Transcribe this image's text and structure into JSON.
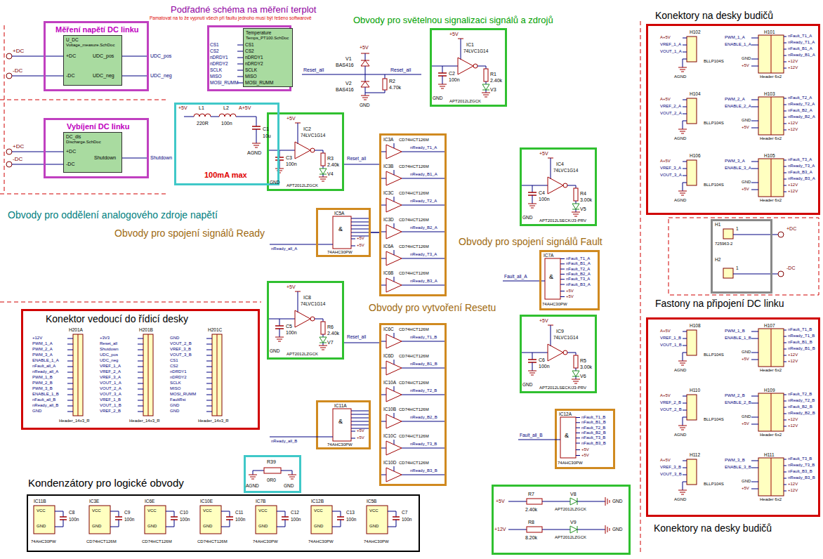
{
  "diagram": {
    "nodes": [
      {
        "text": [
          "Měření napětí DC linku"
        ]
      },
      {
        "text": [
          "U_DC",
          "Voltage_measure.SchDoc"
        ],
        "in": 0
      },
      {
        "text": [
          "Podřadné schéma na měření terplot",
          "Pamatovat na to že vypnutí všech při faultu jednoho musí být řešeno softwarově"
        ]
      },
      {
        "text": [
          "Temperature",
          "Temps_PT100.SchDoc"
        ],
        "in": 2
      },
      {
        "text": [
          "Vybíjení DC linku"
        ]
      },
      {
        "text": [
          "DC_dis",
          "Discharge.SchDoc"
        ],
        "in": 4
      },
      {
        "text": [
          "Obvody pro oddělení analogového zdroje napětí",
          "100mA max"
        ]
      },
      {
        "text": [
          "Obvody pro světelnou signalizaci signálů a zdrojů"
        ]
      },
      {
        "text": [
          "Obvody pro spojení signálů Ready"
        ]
      },
      {
        "text": [
          "Obvody pro vytvoření Resetu"
        ]
      },
      {
        "text": [
          "Obvody pro spojení signálů Fault"
        ]
      },
      {
        "text": [
          "Konektory na desky budičů"
        ]
      },
      {
        "text": [
          "Fastony na připojení DC linku"
        ]
      },
      {
        "text": [
          "Konektor vedoucí do řídicí desky"
        ]
      },
      {
        "text": [
          "Kondenzátory pro logické obvody"
        ]
      },
      {
        "text": [
          "Konektory na desky budičů"
        ]
      }
    ],
    "edges": [
      {
        "from": 9,
        "to": 8,
        "arrow": "none"
      }
    ],
    "labels": [
      "+DC",
      "-DC",
      "+DC",
      "-DC",
      "UDC_pos",
      "UDC_neg",
      "UDC_pos",
      "UDC_neg",
      "+DC",
      "-DC",
      "+DC",
      "-DC",
      "Shutdown",
      "Shutdown",
      "CS1",
      "CS2",
      "nDRDY1",
      "nDRDY2",
      "SCLK",
      "MISO",
      "MOSI_RUMM",
      "CS1",
      "CS2",
      "nDRDY1",
      "nDRDY2",
      "SCLK",
      "MISO",
      "MOSI_RUMM",
      "+5V",
      "L1",
      "220R",
      "L2",
      "100n",
      "A+5V",
      "C1",
      "10u",
      "AGND",
      "V1",
      "BAS416",
      "V2",
      "BAS416",
      "R2",
      "4.70k",
      "Reset_all",
      "Reset_all",
      "GND",
      "+5V",
      "C2",
      "100n",
      "+5V",
      "IC1",
      "74LVC1G14",
      "R1",
      "2.40k",
      "V3",
      "APT2012LZGCK",
      "GND",
      "C3",
      "100n",
      "+5V",
      "IC2",
      "74LVC1G14",
      "R3",
      "2.40k",
      "V4",
      "APT2012LZGCK",
      "GND",
      "C4",
      "100n",
      "+5V",
      "IC4",
      "74LVC1G14",
      "R4",
      "3.00k",
      "V5",
      "APT2012LSECK/J3-PRV",
      "GND",
      "C5",
      "100n",
      "+5V",
      "IC8",
      "74LVC1G14",
      "R6",
      "2.40k",
      "V7",
      "APT2012LZGCK",
      "GND",
      "C6",
      "100n",
      "+5V",
      "IC9",
      "74LVC1G14",
      "R5",
      "3.00k",
      "V6",
      "APT2012LSECK/J3-PRV",
      "GND",
      "IC3A",
      "CD74HCT126M",
      "nReady_T1_A",
      "IC3B",
      "CD74HCT126M",
      "nReady_B1_A",
      "IC3C",
      "CD74HCT126M",
      "nReady_T2_A",
      "IC3D",
      "CD74HCT126M",
      "nReady_B2_A",
      "IC6A",
      "CD74HCT126M",
      "nReady_T3_A",
      "IC6B",
      "CD74HCT126M",
      "nReady_B3_A",
      "IC6C",
      "CD74HCT126M",
      "nReady_T1_B",
      "IC6D",
      "CD74HCT126M",
      "nReady_B1_B",
      "IC10A",
      "CD74HCT126M",
      "nReady_T2_B",
      "IC10B",
      "CD74HCT126M",
      "nReady_B2_B",
      "IC10C",
      "CD74HCT126M",
      "nReady_T3_B",
      "IC10D",
      "CD74HCT126M",
      "nReady_B3_B",
      "Reset_all",
      "Reset_all",
      "nReady_all_A",
      "IC5A",
      "&",
      "+5V",
      "+5V",
      "74AHC30PW",
      "nReady_all_B",
      "IC11A",
      "&",
      "+5V",
      "+5V",
      "74AHC30PW",
      "Fault_all_A",
      "IC7A",
      "&",
      "nFault_T1_A",
      "nFault_B1_A",
      "nFault_T2_A",
      "nFault_B2_A",
      "nFault_T3_A",
      "nFault_B3_A",
      "+5V",
      "+5V",
      "74AHC30PW",
      "Fault_all_B",
      "IC12A",
      "&",
      "nFault_T1_B",
      "nFault_B1_B",
      "nFault_T2_B",
      "nFault_B2_B",
      "nFault_T3_B",
      "nFault_B3_B",
      "+5V",
      "+5V",
      "74AHC30PW",
      "H101",
      "PWM_1_A",
      "ENABLE_1_A",
      "GND",
      "+5V",
      "nFault_T1_A",
      "nReady_T1_A",
      "nFault_B1_A",
      "nReady_B1_A",
      "+12V",
      "+12V",
      "Header 6x2",
      "H102",
      "A+5V",
      "VREF_1_A",
      "VOUT_1_A",
      "BLLP104S",
      "AGND",
      "H103",
      "PWM_2_A",
      "ENABLE_2_A",
      "GND",
      "+5V",
      "nFault_T2_A",
      "nReady_T2_A",
      "nFault_B2_A",
      "nReady_B2_A",
      "+12V",
      "+12V",
      "Header 6x2",
      "H104",
      "A+5V",
      "VREF_2_A",
      "VOUT_2_A",
      "BLLP104S",
      "AGND",
      "H105",
      "PWM_3_A",
      "ENABLE_3_A",
      "GND",
      "+5V",
      "nFault_T3_A",
      "nReady_T3_A",
      "nFault_B3_A",
      "nReady_B3_A",
      "+12V",
      "+12V",
      "Header 6x2",
      "H106",
      "A+5V",
      "VREF_3_A",
      "VOUT_3_A",
      "BLLP104S",
      "AGND",
      "H107",
      "PWM_1_B",
      "ENABLE_1_B",
      "GND",
      "+5V",
      "nFault_T1_B",
      "nReady_T1_B",
      "nFault_B1_B",
      "nReady_B1_B",
      "+12V",
      "+12V",
      "Header 6x2",
      "H108",
      "A+5V",
      "VREF_1_B",
      "VOUT_1_B",
      "BLLP104S",
      "AGND",
      "H109",
      "PWM_2_B",
      "ENABLE_2_B",
      "GND",
      "+5V",
      "nFault_T2_B",
      "nReady_T2_B",
      "nFault_B2_B",
      "nReady_B2_B",
      "+12V",
      "+12V",
      "Header 6x2",
      "H110",
      "A+5V",
      "VREF_2_B",
      "VOUT_2_B",
      "BLLP104S",
      "AGND",
      "H111",
      "PWM_3_B",
      "ENABLE_3_B",
      "GND",
      "+5V",
      "nFault_T3_B",
      "nReady_T3_B",
      "nFault_B3_B",
      "nReady_B3_B",
      "+12V",
      "+12V",
      "Header 6x2",
      "H112",
      "A+5V",
      "VREF_3_B",
      "VOUT_3_B",
      "BLLP104S",
      "AGND",
      "H1",
      "1",
      "725963-2",
      "+DC",
      "H2",
      "1",
      "-DC",
      "H201A",
      "+12V",
      "PWM_1_A",
      "PWM_2_A",
      "PWM_3_A",
      "ENABLE_1_A",
      "nFault_all_A",
      "nReady_all_A",
      "PWM_1_B",
      "PWM_2_B",
      "PWM_3_B",
      "ENABLE_1_B",
      "nFault_all_B",
      "nReady_all_B",
      "GND",
      "Header_14x3_R",
      "H201B",
      "+3V3",
      "Reset_all",
      "Shutdown",
      "UDC_pos",
      "UDC_neg",
      "VREF_1_A",
      "VREF_2_A",
      "VREF_3_A",
      "VOUT_1_A",
      "VOUT_2_A",
      "VOUT_3_A",
      "VREF_1_B",
      "VOUT_1_B",
      "VREF_2_B",
      "Header_14x3_R",
      "H201C",
      "GND",
      "VOUT_2_B",
      "VREF_3_B",
      "VOUT_3_B",
      "CS1",
      "CS2",
      "nDRDY1",
      "nDRDY2",
      "SCLK",
      "MISO",
      "MOSI_RUMM",
      "FaultRst",
      "GND",
      "GND",
      "Header_14x3_R",
      "R39",
      "0R0",
      "AGND",
      "GND",
      "IC11B",
      "VCC",
      "GND",
      "74AHC30PW",
      "C8",
      "100n",
      "IC3E",
      "VCC",
      "GND",
      "CD74HCT126M",
      "C9",
      "100n",
      "IC6E",
      "VCC",
      "GND",
      "CD74HCT126M",
      "C10",
      "100n",
      "IC10E",
      "VCC",
      "GND",
      "CD74HCT126M",
      "C11",
      "100n",
      "IC7B",
      "VCC",
      "GND",
      "74AHC30PW",
      "C12",
      "100n",
      "IC12B",
      "VCC",
      "GND",
      "74AHC30PW",
      "C13",
      "100n",
      "IC5B",
      "VCC",
      "GND",
      "74AHC30PW",
      "C7",
      "100n",
      "+5V",
      "R7",
      "2.40k",
      "V8",
      "APT2012LZGCK",
      "GND",
      "+12V",
      "R8",
      "8.20k",
      "V9",
      "APT2012LZGCK",
      "GND"
    ]
  }
}
